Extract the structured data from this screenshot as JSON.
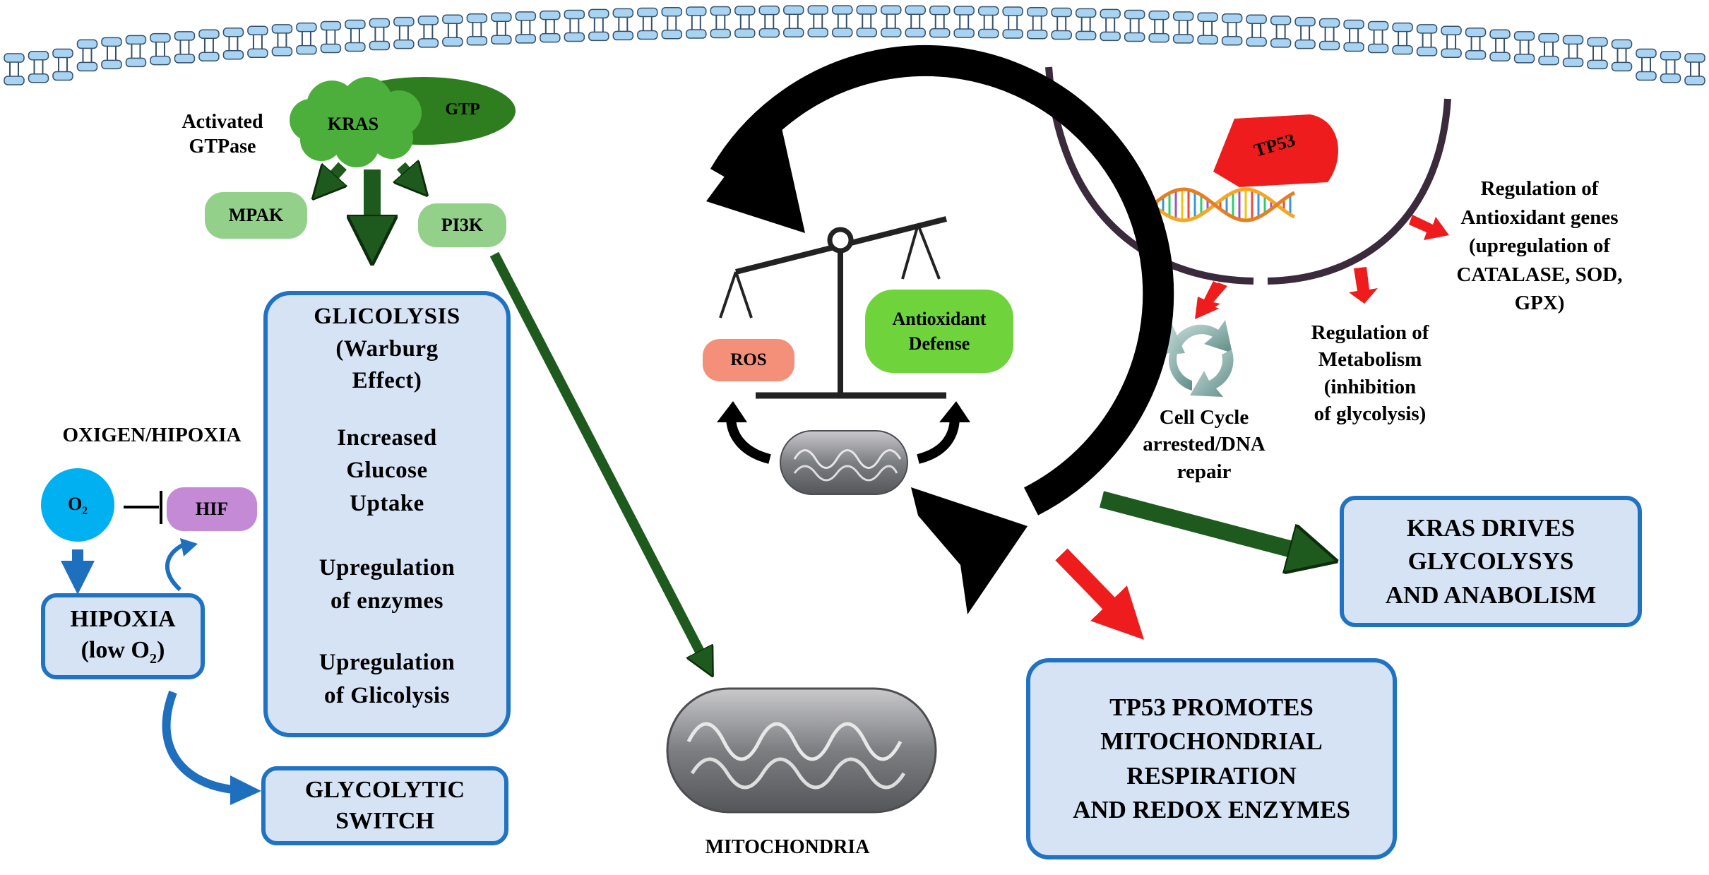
{
  "kras": {
    "activated_label": [
      "Activated",
      "GTPase"
    ],
    "kras_label": "KRAS",
    "gtp_label": "GTP",
    "mpak_label": "MPAK",
    "pi3k_label": "PI3K"
  },
  "glycolysis_box": {
    "title": [
      "GLICOLYSIS",
      "(Warburg",
      "Effect)"
    ],
    "step1": [
      "Increased",
      "Glucose",
      "Uptake"
    ],
    "step2": [
      "Upregulation",
      "of enzymes"
    ],
    "step3": [
      "Upregulation",
      "of Glicolysis"
    ]
  },
  "oxygen": {
    "header": "OXIGEN/HIPOXIA",
    "o2_label": "O",
    "o2_sub": "2",
    "hif_label": "HIF",
    "hipoxia_line1": "HIPOXIA",
    "hipoxia_line2_prefix": "(low O",
    "hipoxia_line2_sub": "2",
    "hipoxia_line2_suffix": ")"
  },
  "switch_box": [
    "GLYCOLYTIC",
    "SWITCH"
  ],
  "balance": {
    "ros_label": "ROS",
    "antioxidant_label": [
      "Antioxidant",
      "Defense"
    ]
  },
  "mitochondria_label": "MITOCHONDRIA",
  "tp53": {
    "tp53_label": "TP53",
    "cell_cycle": [
      "Cell Cycle",
      "arrested/DNA",
      "repair"
    ],
    "metabolism": [
      "Regulation of",
      "Metabolism",
      "(inhibition",
      "of glycolysis)"
    ],
    "antioxidant_genes": [
      "Regulation of",
      "Antioxidant genes",
      "(upregulation of",
      "CATALASE, SOD,",
      "GPX)"
    ]
  },
  "kras_drives_box": [
    "KRAS DRIVES",
    "GLYCOLYSYS",
    "AND ANABOLISM"
  ],
  "tp53_promotes_box": [
    "TP53 PROMOTES",
    "MITOCHONDRIAL",
    "RESPIRATION",
    "AND REDOX ENZYMES"
  ],
  "colors": {
    "dark_green": "#1e5a1e",
    "kras_green": "#4caf3c",
    "gtp_green": "#2e7d1f",
    "light_green": "#93d08a",
    "box_fill": "#d6e3f4",
    "box_border": "#1f73c2",
    "red": "#ee1c1c",
    "ros_salmon": "#f4907a",
    "antioxidant_green": "#6fd33c",
    "hif_purple": "#c48ad6",
    "o2_blue": "#00b0f0",
    "arrow_blue": "#1f6fbf",
    "membrane_blue": "#a9d3f2"
  }
}
